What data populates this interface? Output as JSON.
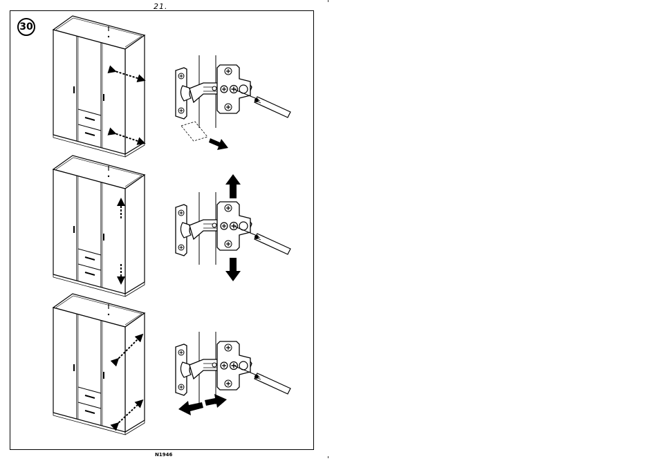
{
  "page": {
    "number": "21."
  },
  "step": {
    "number": "30"
  },
  "footer": {
    "product_code": "N1946"
  },
  "figure": {
    "panels": [
      {
        "wardrobe_arrows": "depth",
        "hinge_arrows": "depth"
      },
      {
        "wardrobe_arrows": "height",
        "hinge_arrows": "height"
      },
      {
        "wardrobe_arrows": "side",
        "hinge_arrows": "side"
      }
    ]
  }
}
